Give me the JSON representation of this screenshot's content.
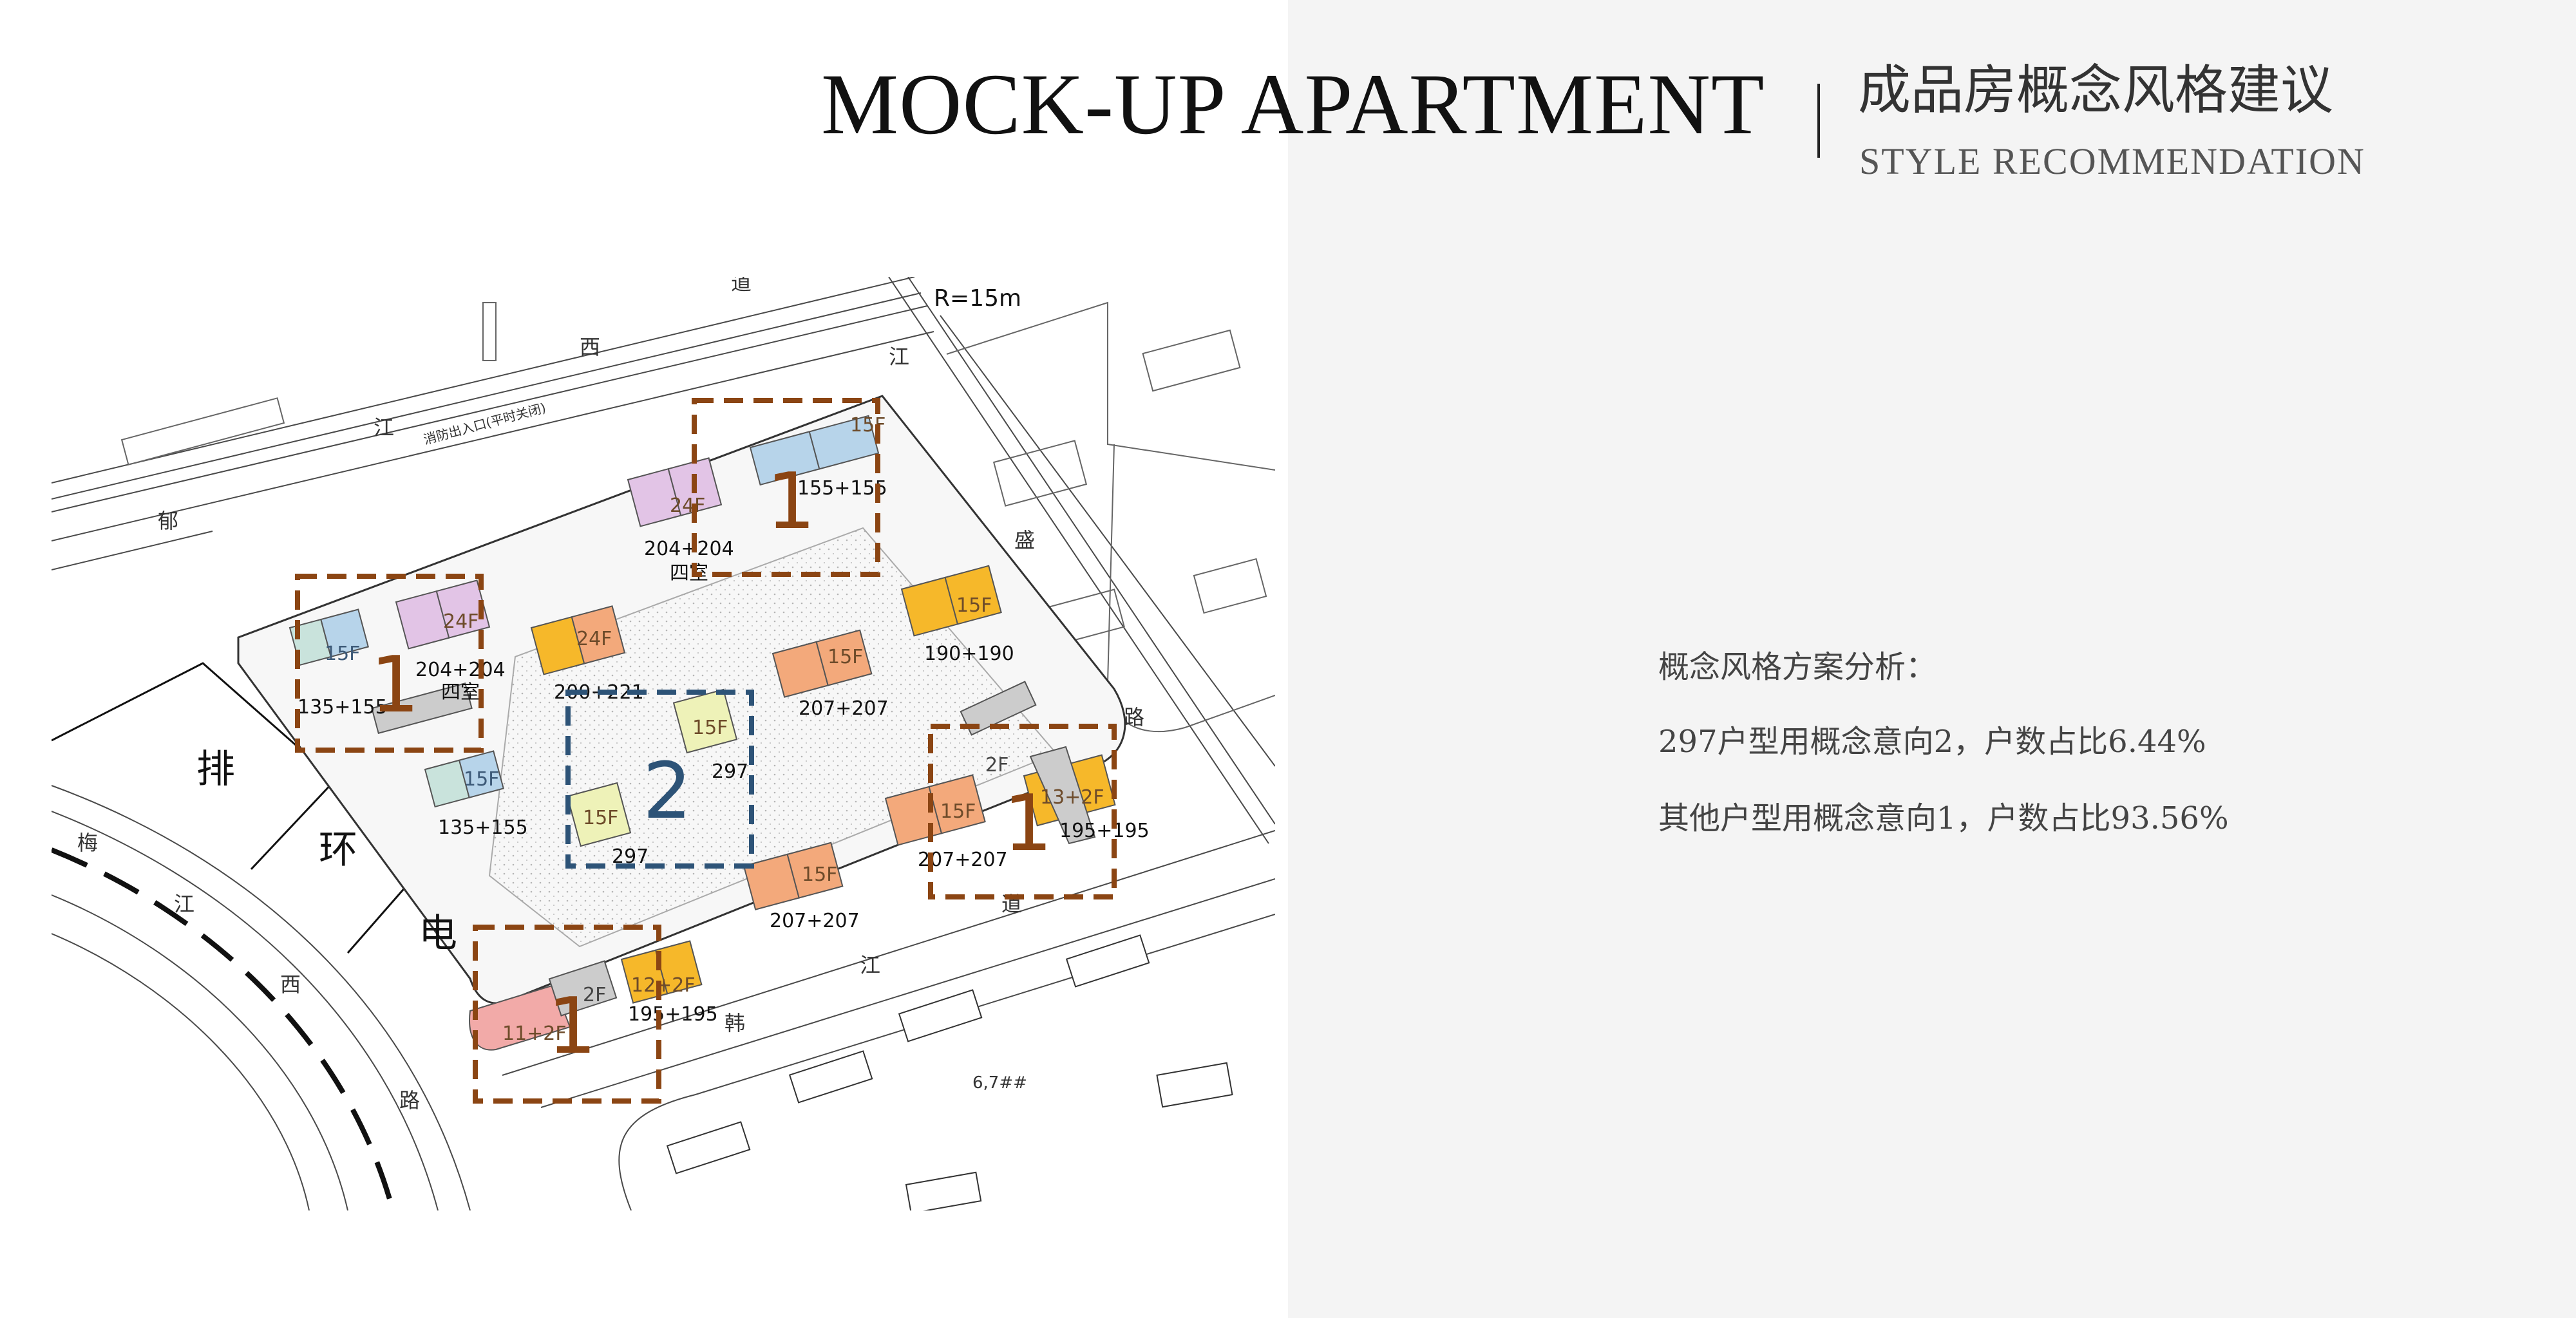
{
  "header": {
    "title_en": "MOCK-UP APARTMENT",
    "separator": "|",
    "title_cn": "成品房概念风格建议",
    "subtitle": "STYLE RECOMMENDATION"
  },
  "analysis": {
    "heading": "概念风格方案分析：",
    "line1": "297户型用概念意向2，户数占比6.44%",
    "line2": "其他户型用概念意向1，户数占比93.56%"
  },
  "site_plan": {
    "radius_note": "R=15m",
    "road_chars": [
      "道",
      "西",
      "江",
      "江",
      "郁",
      "盛",
      "路",
      "道",
      "江",
      "韩",
      "梅",
      "江",
      "西",
      "路"
    ],
    "fire_access_note": "消防出入口(平时关闭)",
    "zone_labels": [
      "排",
      "环",
      "电"
    ],
    "group_markers": [
      "1",
      "1",
      "1",
      "1",
      "2"
    ],
    "group_colors": {
      "concept1": "#8b4513",
      "concept2": "#2d5377"
    },
    "buildings": [
      {
        "floors": "15F",
        "units": "155+155",
        "color": "#b7d4ea"
      },
      {
        "floors": "24F",
        "units": "204+204",
        "sub": "四室",
        "color": "#e2c4e6"
      },
      {
        "floors": "15F",
        "units": "135+155",
        "color": "#b7d4ea"
      },
      {
        "floors": "24F",
        "units": "204+204",
        "sub": "四室",
        "color": "#e2c4e6"
      },
      {
        "floors": "24F",
        "units": "200+221",
        "color": "#f6b82a"
      },
      {
        "floors": "15F",
        "units": "190+190",
        "color": "#f6b82a"
      },
      {
        "floors": "15F",
        "units": "207+207",
        "color": "#f3a97b"
      },
      {
        "floors": "15F",
        "units": "297",
        "color": "#eef2b8"
      },
      {
        "floors": "15F",
        "units": "297",
        "color": "#eef2b8"
      },
      {
        "floors": "15F",
        "units": "135+155",
        "color": "#c9e3dc"
      },
      {
        "floors": "15F",
        "units": "207+207",
        "color": "#f3a97b"
      },
      {
        "floors": "13+2F",
        "units": "195+195",
        "color": "#f6b82a"
      },
      {
        "floors": "15F",
        "units": "207+207",
        "color": "#f3a97b"
      },
      {
        "floors": "12+2F",
        "units": "195+195",
        "color": "#f6b82a"
      },
      {
        "floors": "11+2F",
        "units": "",
        "color": "#f2aaa8"
      },
      {
        "floors": "2F",
        "units": "",
        "color": "#cccccc"
      },
      {
        "floors": "2F",
        "units": "",
        "color": "#cccccc"
      }
    ],
    "neighbor_label": "6,7##"
  }
}
